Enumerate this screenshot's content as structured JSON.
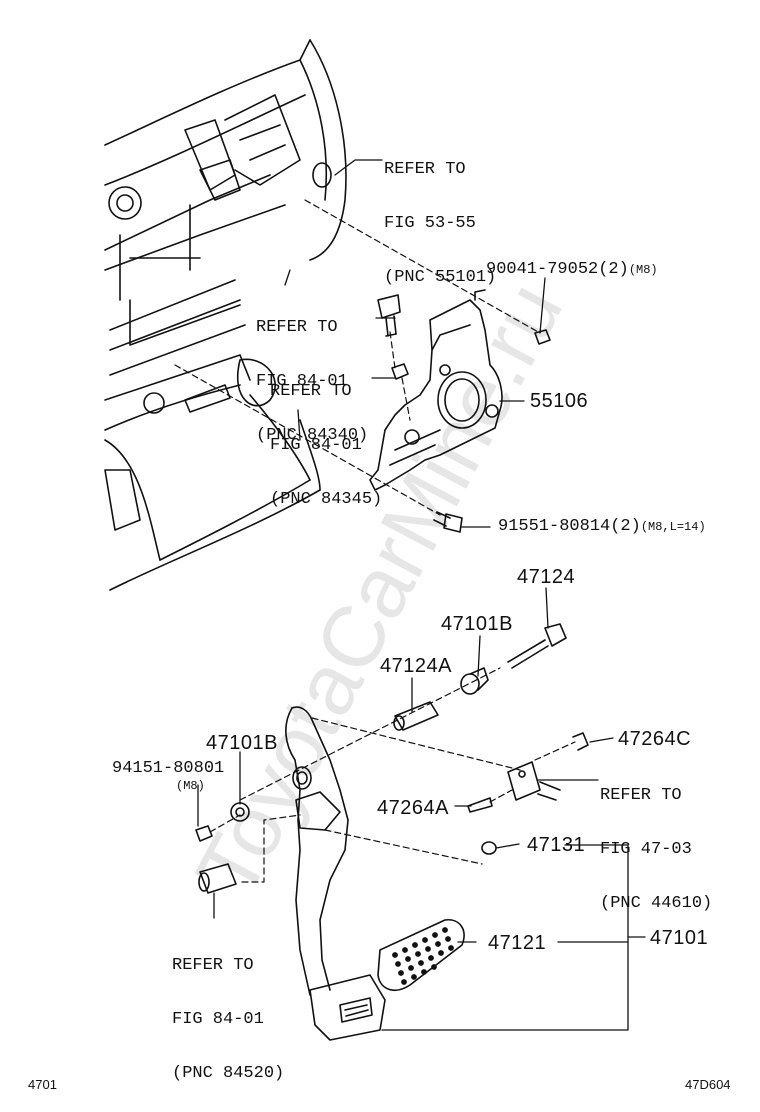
{
  "watermark": "ToyotaCarMine.ru",
  "references": {
    "fig_53_55": [
      "REFER TO",
      "FIG 53-55",
      "(PNC 55101)"
    ],
    "fig_84_01_a": [
      "REFER TO",
      "FIG 84-01",
      "(PNC 84340)"
    ],
    "fig_84_01_b": [
      "REFER TO",
      "FIG 84-01",
      "(PNC 84345)"
    ],
    "fig_47_03": [
      "REFER TO",
      "FIG 47-03",
      "(PNC 44610)"
    ],
    "fig_84_01_c": [
      "REFER TO",
      "FIG 84-01",
      "(PNC 84520)"
    ]
  },
  "parts": {
    "p90041": {
      "number": "90041-79052(2)",
      "spec": "(M8)"
    },
    "p55106": {
      "number": "55106"
    },
    "p91551": {
      "number": "91551-80814(2)",
      "spec": "(M8,L=14)"
    },
    "p47124": {
      "number": "47124"
    },
    "p47101B_a": {
      "number": "47101B"
    },
    "p47124A": {
      "number": "47124A"
    },
    "p47264C": {
      "number": "47264C"
    },
    "p47101B_b": {
      "number": "47101B"
    },
    "p94151": {
      "number": "94151-80801",
      "spec": "(M8)"
    },
    "p47264A": {
      "number": "47264A"
    },
    "p47131": {
      "number": "47131"
    },
    "p47101": {
      "number": "47101"
    },
    "p47121": {
      "number": "47121"
    }
  },
  "footer": {
    "left": "4701",
    "right": "47D604"
  }
}
